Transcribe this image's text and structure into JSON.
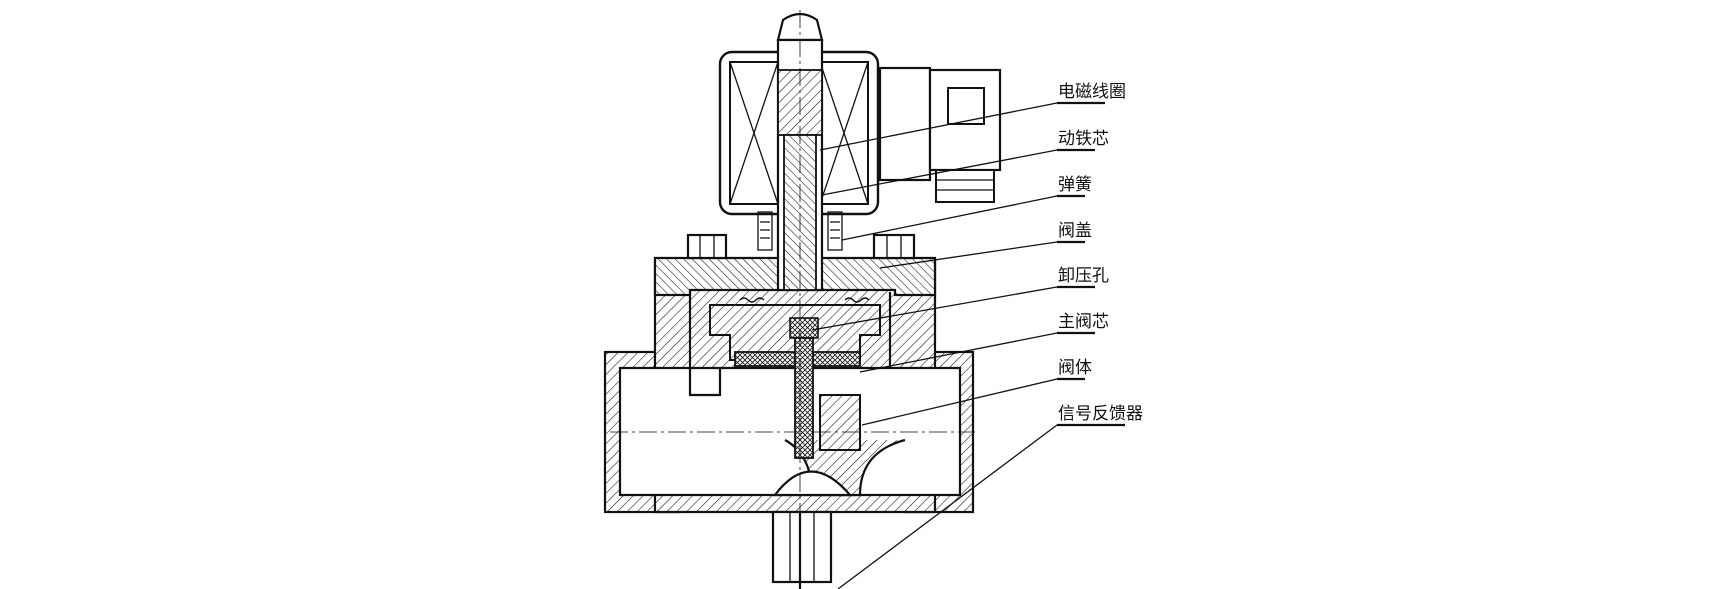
{
  "diagram": {
    "labels": [
      {
        "text": "电磁线圈"
      },
      {
        "text": "动铁芯"
      },
      {
        "text": "弹簧"
      },
      {
        "text": "阀盖"
      },
      {
        "text": "卸压孔"
      },
      {
        "text": "主阀芯"
      },
      {
        "text": "阀体"
      },
      {
        "text": "信号反馈器"
      }
    ]
  }
}
